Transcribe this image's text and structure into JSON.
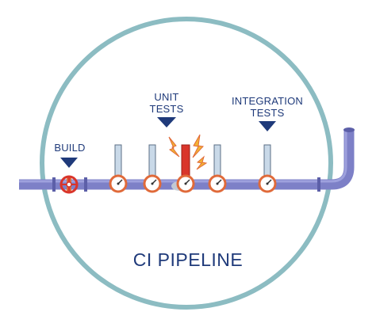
{
  "labels": {
    "build": "BUILD",
    "unit_tests_line1": "UNIT",
    "unit_tests_line2": "TESTS",
    "integration_tests_line1": "INTEGRATION",
    "integration_tests_line2": "TESTS"
  },
  "title": "CI PIPELINE",
  "colors": {
    "circle": "#8cbcc2",
    "pipe": "#7d80c7",
    "pipe_dark": "#5c5fa8",
    "text": "#1f3a7a",
    "marker": "#1f3a7a",
    "valve": "#e06a3a",
    "failed_sensor": "#d9352b",
    "spark": "#f2b233",
    "sensor": "#c9d9e8"
  }
}
